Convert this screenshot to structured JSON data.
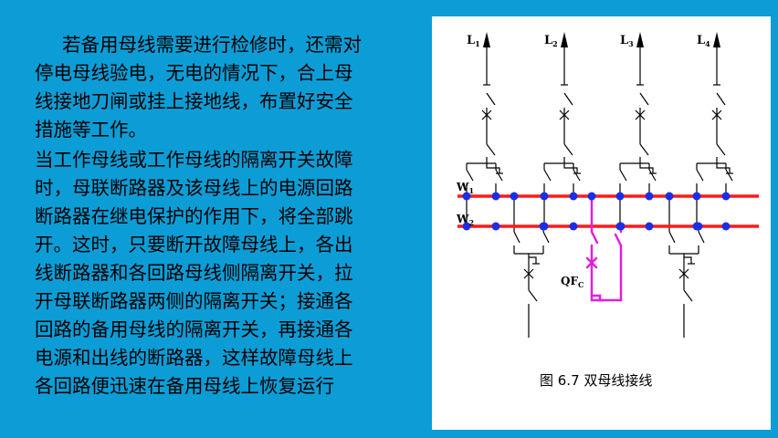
{
  "text": {
    "paragraph1": [
      "若备用母线需要进行检修时，还需对",
      "停电母线验电，无电的情况下，合上母",
      "线接地刀闸或挂上接地线，布置好安全",
      "措施等工作。"
    ],
    "paragraph2": [
      "当工作母线或工作母线的隔离开关故障",
      "时，母联断路器及该母线上的电源回路",
      "断路器在继电保护的作用下，将全部跳",
      "开。这时，只要断开故障母线上，各出",
      "线断路器和各回路母线侧隔离开关，拉",
      "开母联断路器两侧的隔离开关；接通各",
      "回路的备用母线的隔离开关，再接通各",
      "电源和出线的断路器，这样故障母线上",
      "各回路便迅速在备用母线上恢复运行"
    ]
  },
  "figure": {
    "caption": "图 6.7  双母线接线",
    "feeders": [
      {
        "letter": "L",
        "sub": "1"
      },
      {
        "letter": "L",
        "sub": "2"
      },
      {
        "letter": "L",
        "sub": "3"
      },
      {
        "letter": "L",
        "sub": "4"
      }
    ],
    "bus1": {
      "letter": "W",
      "sub": "1"
    },
    "bus2": {
      "letter": "W",
      "sub": "2"
    },
    "coupler": {
      "letter": "QF",
      "sub": "C"
    },
    "colors": {
      "background": "#0c9dd6",
      "bus": "#ff1a1a",
      "node": "#1a2ee6",
      "coupler": "#e020e0"
    }
  }
}
